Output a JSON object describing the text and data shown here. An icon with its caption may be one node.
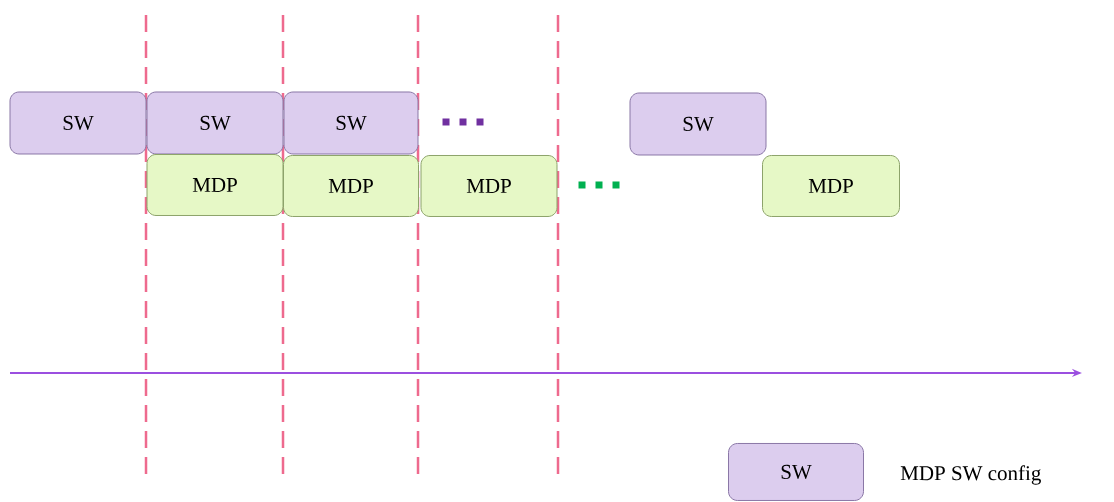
{
  "diagram": {
    "nodes": [
      {
        "text": [
          "SW"
        ]
      },
      {
        "text": [
          "SW"
        ]
      },
      {
        "text": [
          "SW"
        ]
      },
      {
        "text": [
          "SW"
        ]
      },
      {
        "text": [
          "MDP"
        ]
      },
      {
        "text": [
          "MDP"
        ]
      },
      {
        "text": [
          "MDP"
        ]
      },
      {
        "text": [
          "MDP"
        ]
      },
      {
        "text": [
          "SW"
        ],
        "beside": [
          "MDP SW config"
        ]
      }
    ],
    "edges": []
  }
}
